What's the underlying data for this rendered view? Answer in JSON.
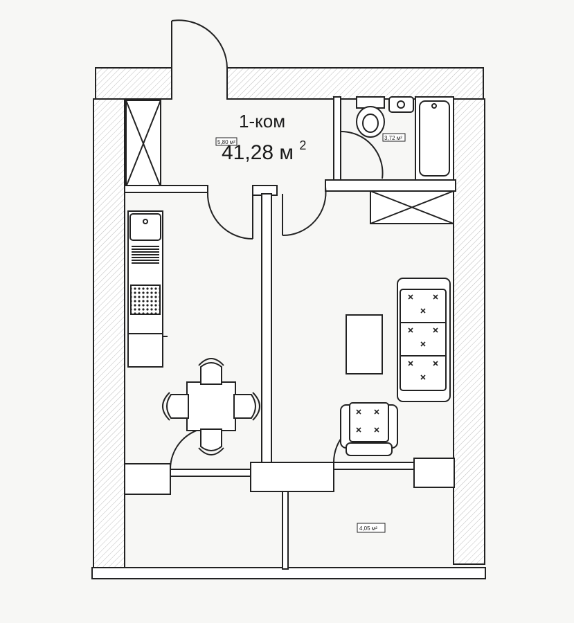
{
  "plan": {
    "title": "1-ком",
    "total_area_number": "41,28",
    "total_area_unit": "м",
    "total_area_exp": "2",
    "labels": {
      "hall": "5,80 м²",
      "bathroom": "3,72 м²",
      "balcony": "4,05 м²"
    }
  }
}
